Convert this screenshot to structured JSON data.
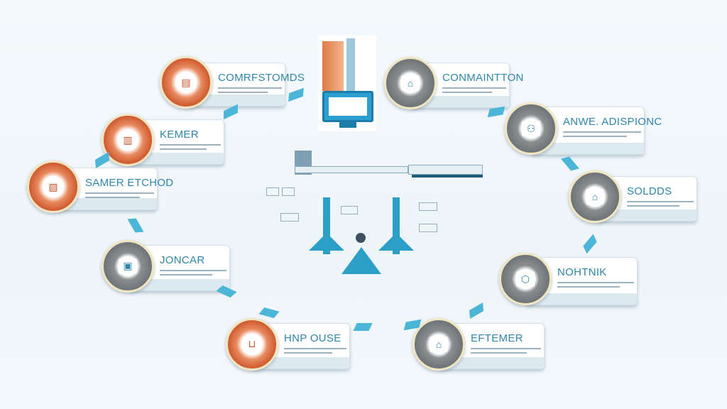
{
  "steps": [
    {
      "title": "COMRFSTOMDS",
      "style": "orange",
      "icon": "document-icon"
    },
    {
      "title": "KEMER",
      "style": "orange",
      "icon": "building-icon"
    },
    {
      "title": "SAMER ETCHOD",
      "style": "orange",
      "icon": "paper-icon"
    },
    {
      "title": "JONCAR",
      "style": "gray",
      "icon": "image-icon"
    },
    {
      "title": "HNP OUSE",
      "style": "orange",
      "icon": "cart-icon"
    },
    {
      "title": "EFTEMER",
      "style": "gray",
      "icon": "house-icon"
    },
    {
      "title": "NOHTNIK",
      "style": "gray",
      "icon": "shield-icon"
    },
    {
      "title": "SOLDDS",
      "style": "gray",
      "icon": "home-icon"
    },
    {
      "title": "ANWE. ADISPIONC",
      "style": "gray",
      "icon": "car-icon"
    },
    {
      "title": "CONMAINTTON",
      "style": "gray",
      "icon": "home-icon"
    }
  ],
  "colors": {
    "accent": "#2f86a8",
    "orange": "#cf5a2f",
    "arrow": "#4cb6d8"
  }
}
